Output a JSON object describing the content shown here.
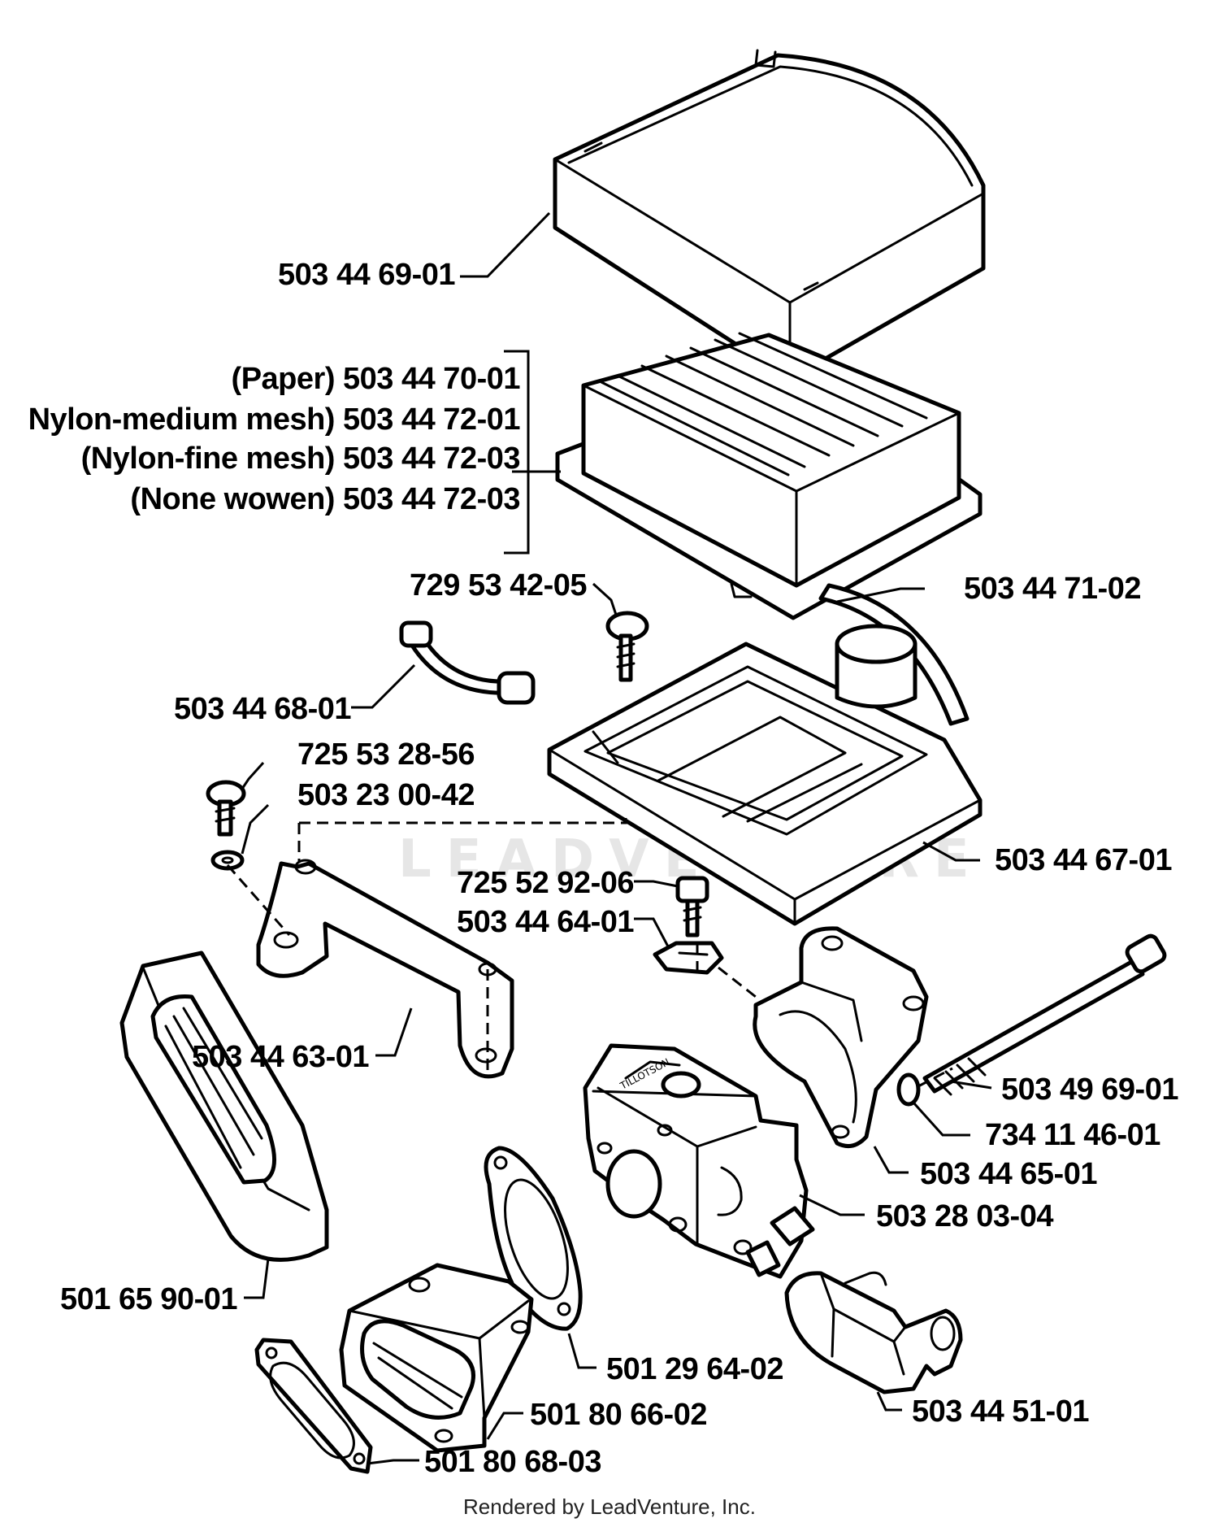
{
  "watermark": "LEADVENTURE",
  "footer": "Rendered by LeadVenture, Inc.",
  "labels": {
    "cover": "503 44 69-01",
    "filter_paper": "(Paper) 503 44 70-01",
    "filter_nylon_medium": "Nylon-medium mesh) 503 44 72-01",
    "filter_nylon_fine": "(Nylon-fine mesh) 503 44 72-03",
    "filter_none_woven": "(None wowen) 503 44 72-03",
    "screw_top": "729 53 42-05",
    "seal_strip": "503 44 71-02",
    "clip": "503 44 68-01",
    "screw_left": "725 53 28-56",
    "washer_left": "503 23 00-42",
    "filter_base": "503 44 67-01",
    "screw_mid": "725 52 92-06",
    "bracket_small": "503 44 64-01",
    "bracket_arm": "503 44 63-01",
    "long_bolt": "503 49 69-01",
    "washer_bolt": "734 11 46-01",
    "intake_elbow": "503 44 65-01",
    "carburetor": "503 28 03-04",
    "intake_boot": "501 65 90-01",
    "gasket_round": "501 29 64-02",
    "adapter": "501 80 66-02",
    "gasket_flat": "501 80 68-03",
    "fuel_pump": "503 44 51-01"
  }
}
